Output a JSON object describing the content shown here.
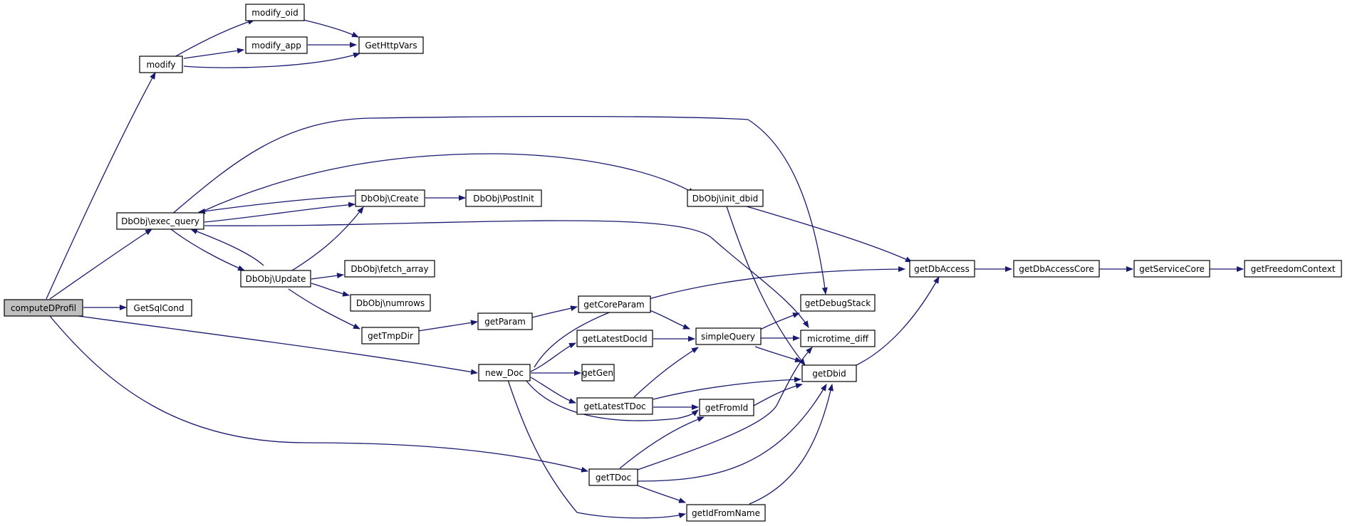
{
  "colors": {
    "edge": "#191970",
    "node_border": "#000000",
    "node_fill": "#ffffff",
    "root_fill": "#bfbfbf",
    "background": "#ffffff"
  },
  "nodes": {
    "computeDProfil": "computeDProfil",
    "modify": "modify",
    "modify_oid": "modify_oid",
    "modify_app": "modify_app",
    "GetHttpVars": "GetHttpVars",
    "exec_query": "DbObj\\exec_query",
    "GetSqlCond": "GetSqlCond",
    "Create": "DbObj\\Create",
    "PostInit": "DbObj\\PostInit",
    "Update": "DbObj\\Update",
    "fetch_array": "DbObj\\fetch_array",
    "numrows": "DbObj\\numrows",
    "getTmpDir": "getTmpDir",
    "getParam": "getParam",
    "getCoreParam": "getCoreParam",
    "init_dbid": "DbObj\\init_dbid",
    "getDbAccess": "getDbAccess",
    "getDbAccessCore": "getDbAccessCore",
    "getServiceCore": "getServiceCore",
    "getFreedomContext": "getFreedomContext",
    "getDebugStack": "getDebugStack",
    "microtime_diff": "microtime_diff",
    "simpleQuery": "simpleQuery",
    "getLatestDocId": "getLatestDocId",
    "new_Doc": "new_Doc",
    "getGen": "getGen",
    "getLatestTDoc": "getLatestTDoc",
    "getFromId": "getFromId",
    "getDbid": "getDbid",
    "getTDoc": "getTDoc",
    "getIdFromName": "getIdFromName"
  }
}
